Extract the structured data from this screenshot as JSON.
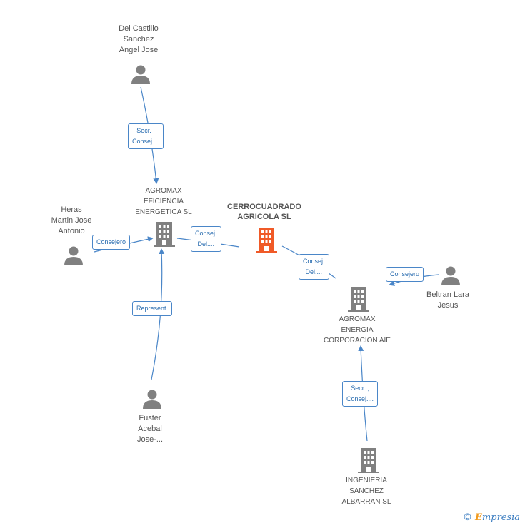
{
  "nodes": {
    "del_castillo": {
      "lines": [
        "Del Castillo",
        "Sanchez",
        "Angel Jose"
      ]
    },
    "heras": {
      "lines": [
        "Heras",
        "Martin Jose",
        "Antonio"
      ]
    },
    "fuster": {
      "lines": [
        "Fuster",
        "Acebal",
        "Jose-..."
      ]
    },
    "beltran": {
      "lines": [
        "Beltran Lara",
        "Jesus"
      ]
    },
    "agromax_ef": {
      "lines": [
        "AGROMAX",
        "EFICIENCIA",
        "ENERGETICA SL"
      ]
    },
    "main": {
      "lines": [
        "CERROCUADRADO",
        "AGRICOLA SL"
      ]
    },
    "agromax_corp": {
      "lines": [
        "AGROMAX",
        "ENERGIA",
        "CORPORACION AIE"
      ]
    },
    "ingenieria": {
      "lines": [
        "INGENIERIA",
        "SANCHEZ",
        "ALBARRAN SL"
      ]
    }
  },
  "edges": {
    "del_castillo_agromax": {
      "lines": [
        "Secr. ,",
        "Consej...."
      ]
    },
    "heras_agromax": {
      "lines": [
        "Consejero"
      ]
    },
    "fuster_agromax": {
      "lines": [
        "Represent."
      ]
    },
    "agromax_main": {
      "lines": [
        "Consej.",
        "Del...."
      ]
    },
    "main_corp": {
      "lines": [
        "Consej.",
        "Del...."
      ]
    },
    "beltran_corp": {
      "lines": [
        "Consejero"
      ]
    },
    "ingenieria_corp": {
      "lines": [
        "Secr. ,",
        "Consej...."
      ]
    }
  },
  "colors": {
    "edge": "#4a86c8",
    "person": "#808080",
    "company": "#808080",
    "main_company": "#f05a28"
  },
  "brand": {
    "symbol": "©",
    "first": "E",
    "rest": "mpresia"
  }
}
